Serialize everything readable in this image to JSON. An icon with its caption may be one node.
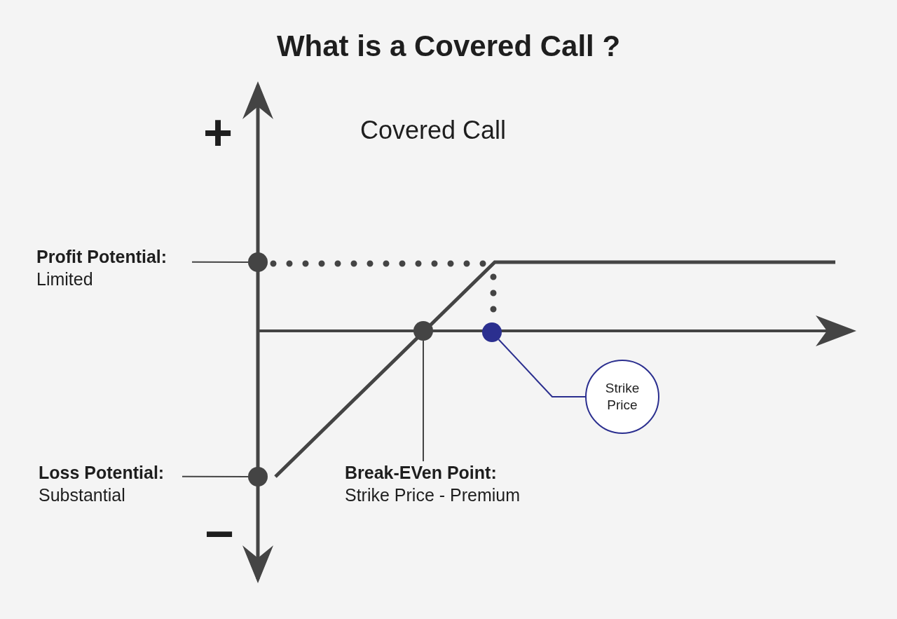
{
  "diagram": {
    "title": "What is a Covered Call ?",
    "nodes": [
      {
        "text": [
          "Profit Potential:",
          "Limited"
        ]
      },
      {
        "text": [],
        "shape": "circle"
      },
      {
        "text": [
          "Loss Potential:",
          "Substantial"
        ]
      },
      {
        "text": [],
        "shape": "circle"
      },
      {
        "text": [],
        "shape": "circle"
      },
      {
        "text": [
          "Break-EVen Point:",
          "Strike Price - Premium"
        ]
      },
      {
        "text": [],
        "shape": "circle"
      },
      {
        "text": [
          "Strike Price"
        ]
      }
    ],
    "edges": [
      {
        "from": 0,
        "to": 1,
        "arrow": "none"
      },
      {
        "from": 2,
        "to": 3,
        "arrow": "none"
      },
      {
        "from": 5,
        "to": 4,
        "arrow": "none"
      },
      {
        "from": 7,
        "to": 6,
        "arrow": "none",
        "color": "#2b2f8f"
      }
    ],
    "labels": [
      "Covered Call",
      "+",
      "−"
    ]
  }
}
